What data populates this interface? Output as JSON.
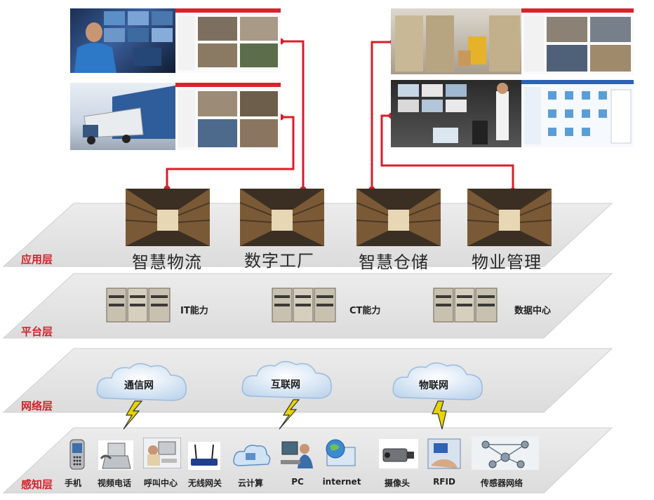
{
  "layers": {
    "application": "应用层",
    "platform": "平台层",
    "network": "网络层",
    "perception": "感知层"
  },
  "applications": [
    "智慧物流",
    "数字工厂",
    "智慧仓储",
    "物业管理"
  ],
  "platform": [
    "IT能力",
    "CT能力",
    "数据中心"
  ],
  "networks": [
    "通信网",
    "互联网",
    "物联网"
  ],
  "devices": [
    "手机",
    "视频电话",
    "呼叫中心",
    "无线网关",
    "云计算",
    "PC",
    "internet",
    "摄像头",
    "RFID",
    "传感器网络"
  ],
  "colors": {
    "accent": "#d4202a",
    "layer_fill": "#e6e6e6",
    "connector": "#d81e28"
  }
}
